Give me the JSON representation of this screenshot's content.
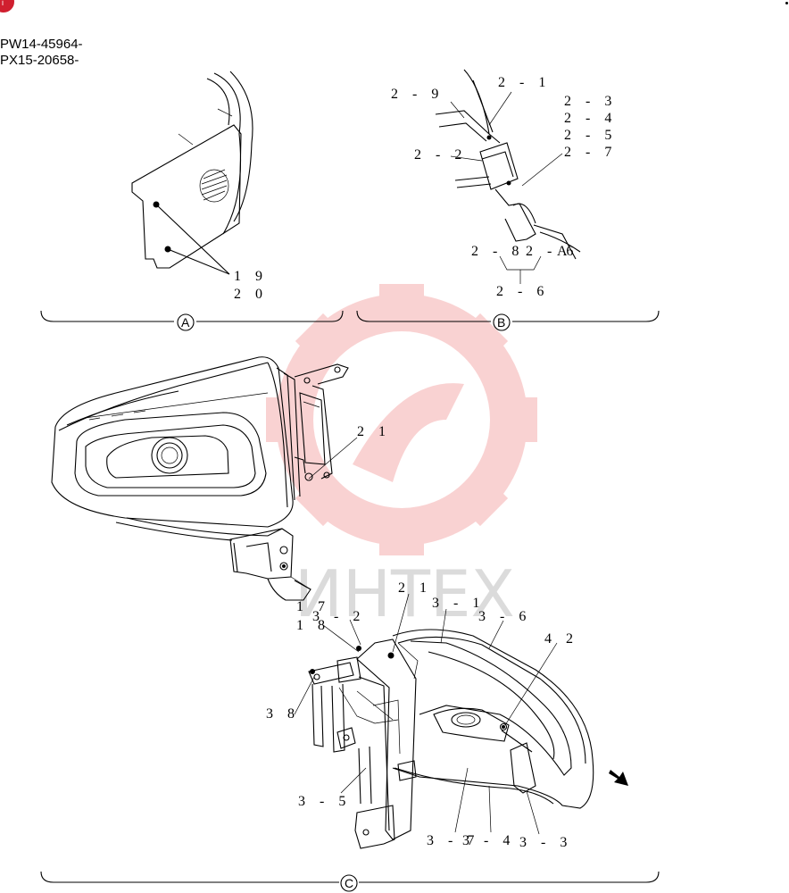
{
  "serials": [
    "PW14-45964-",
    "PX15-20658-"
  ],
  "watermark": {
    "text": "ИНТЕХ",
    "color": "#f08080"
  },
  "brand_color": "#d01f2f",
  "views": {
    "A": {
      "badge": "A",
      "labels": [
        "1 9",
        "2 0"
      ]
    },
    "B": {
      "badge": "B",
      "labels": [
        "2 - 1",
        "2 - 9",
        "2 - 3",
        "2 - 4",
        "2 - 5",
        "2 - 7",
        "2 - 2",
        "2 - 8",
        "2 - 6",
        "A",
        "2 - 6"
      ]
    },
    "C": {
      "badge": "C",
      "labels": [
        "2 1",
        "2 1",
        "1 7",
        "3 - 2",
        "1 8",
        "3 - 1",
        "3 - 6",
        "4 2",
        "3 8",
        "3 - 5",
        "3 - 7",
        "3 - 4",
        "3 - 3"
      ]
    }
  },
  "icons": [
    "brand-logo-icon",
    "gear-watermark-icon",
    "direction-arrow-icon"
  ]
}
